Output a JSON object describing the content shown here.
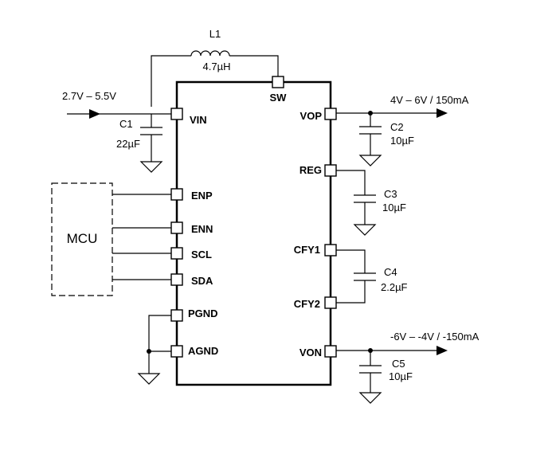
{
  "components": {
    "L1": {
      "name": "L1",
      "value": "4.7µH"
    },
    "C1": {
      "name": "C1",
      "value": "22µF"
    },
    "C2": {
      "name": "C2",
      "value": "10µF"
    },
    "C3": {
      "name": "C3",
      "value": "10µF"
    },
    "C4": {
      "name": "C4",
      "value": "2.2µF"
    },
    "C5": {
      "name": "C5",
      "value": "10µF"
    }
  },
  "pins": {
    "VIN": "VIN",
    "SW": "SW",
    "VOP": "VOP",
    "REG": "REG",
    "ENP": "ENP",
    "ENN": "ENN",
    "SCL": "SCL",
    "SDA": "SDA",
    "PGND": "PGND",
    "AGND": "AGND",
    "CFY1": "CFY1",
    "CFY2": "CFY2",
    "VON": "VON"
  },
  "rails": {
    "input": "2.7V – 5.5V",
    "positive_output": "4V – 6V / 150mA",
    "negative_output": "-6V – -4V / -150mA"
  },
  "mcu_label": "MCU"
}
